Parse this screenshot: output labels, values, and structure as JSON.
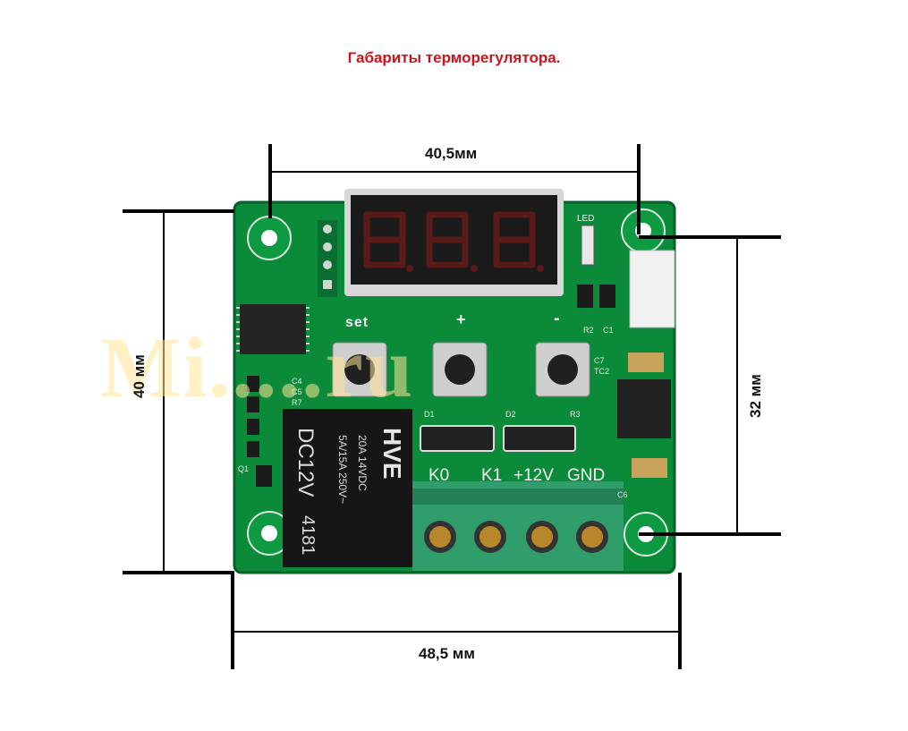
{
  "title": "Габариты терморегулятора.",
  "dimensions": {
    "top": "40,5мм",
    "bottom": "48,5 мм",
    "left": "40 мм",
    "right": "32 мм"
  },
  "watermark": "Mi.....ru",
  "board": {
    "buttons": [
      "set",
      "+",
      "-"
    ],
    "terminals": [
      "K0",
      "K1",
      "+12V",
      "GND"
    ],
    "led_label": "LED",
    "components": [
      "R2",
      "C1",
      "C7",
      "TC2",
      "C4",
      "C5",
      "R7",
      "D1",
      "D2",
      "R3",
      "C6",
      "Q1"
    ],
    "relay": {
      "brand": "HVE",
      "model": "DC12V",
      "code": "4181",
      "rating1": "20A 14VDC",
      "rating2": "5A/15A 250V~"
    }
  },
  "colors": {
    "pcb": "#0b8a3a",
    "title": "#d0131a",
    "terminal": "#2f9e6a",
    "display": "#1a1a1a"
  }
}
